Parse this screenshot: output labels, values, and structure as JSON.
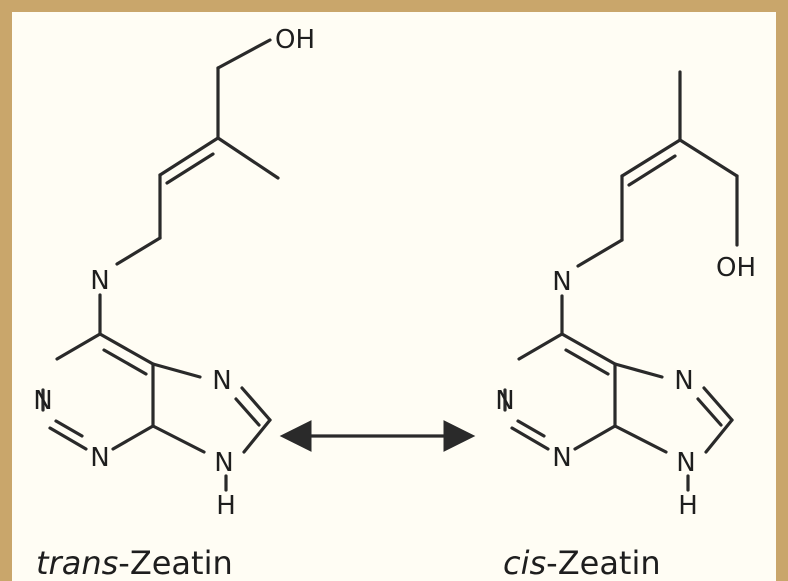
{
  "figure": {
    "trans": {
      "atoms": {
        "oh": "OH",
        "n_amine": "N",
        "n1": "N",
        "n3": "N",
        "n7": "N",
        "n9": "N",
        "h9": "H"
      },
      "caption_prefix": "trans",
      "caption_suffix": "-Zeatin"
    },
    "cis": {
      "atoms": {
        "oh": "OH",
        "n_amine": "N",
        "n1": "N",
        "n3": "N",
        "n7": "N",
        "n9": "N",
        "h9": "H"
      },
      "caption_prefix": "cis",
      "caption_suffix": "-Zeatin"
    },
    "colors": {
      "border": "#c9a66b",
      "background": "#fffdf4",
      "ink": "#1e1e1e"
    },
    "arrow_icon": "double-headed-arrow-icon"
  }
}
